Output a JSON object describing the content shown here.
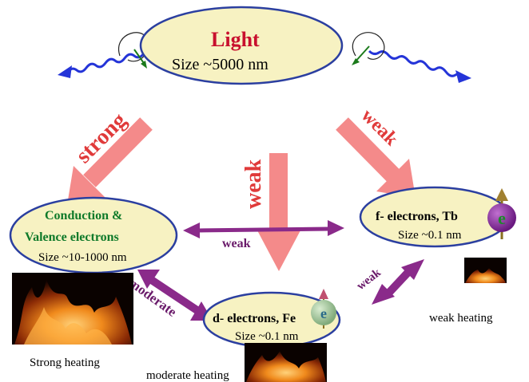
{
  "colors": {
    "ellipse_fill": "#f7f2c2",
    "ellipse_stroke": "#2b3fa0",
    "title_red": "#c8102e",
    "green_label": "#0f7a2a",
    "salmon_arrow": "#f48a8a",
    "purple_arrow": "#8a2a8a",
    "wave_blue": "#2434d8"
  },
  "light": {
    "title": "Light",
    "size": "Size ~5000 nm"
  },
  "conduction": {
    "line1": "Conduction &",
    "line2": "Valence electrons",
    "size": "Size ~10-1000 nm"
  },
  "d_electrons": {
    "title": "d- electrons, Fe",
    "size": "Size ~0.1 nm"
  },
  "f_electrons": {
    "title": "f- electrons, Tb",
    "size": "Size ~0.1 nm"
  },
  "spin_symbol": "e",
  "arrow_labels": {
    "strong": "strong",
    "weak_center": "weak",
    "weak_right": "weak",
    "weak_horizontal": "weak",
    "moderate": "moderate",
    "weak_lower": "weak"
  },
  "heating": {
    "strong": "Strong heating",
    "moderate": "moderate heating",
    "weak": "weak heating"
  }
}
